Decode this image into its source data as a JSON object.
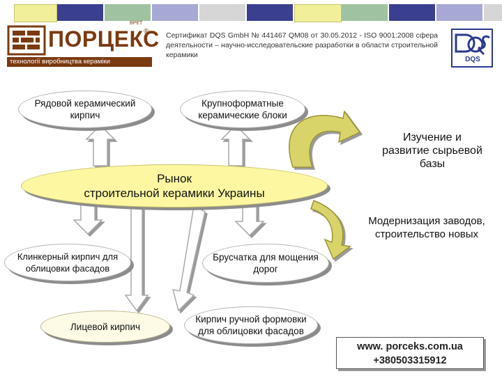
{
  "logo": {
    "brand": "ПОРЦЕКС",
    "tagline": "технології виробництва кераміки",
    "mark_small": "ВРЕТ",
    "registered": "®"
  },
  "certificate_text": "Сертификат DQS GmbH № 441467 QM08 от 30.05.2012 - ISO 9001:2008 сфера деятельности – научно-исследовательские разработки в области строительной керамики",
  "dqs_logo_text": "DQS",
  "market": {
    "line1": "Рынок",
    "line2": "строительной керамики Украины"
  },
  "nodes": {
    "row_brick": {
      "line1": "Рядовой керамический",
      "line2": "кирпич"
    },
    "blocks": {
      "line1": "Крупноформатные",
      "line2": "керамические блоки"
    },
    "research": {
      "line1": "Изучение и",
      "line2": "развитие сырьевой",
      "line3": "базы"
    },
    "modernization": {
      "line1": "Модернизация заводов,",
      "line2": "строительство новых"
    },
    "clinker": {
      "line1": "Клинкерный кирпич для",
      "line2": "облицовки фасадов"
    },
    "paving": {
      "line1": "Брусчатка для мощения",
      "line2": "дорог"
    },
    "facing": {
      "line1": "Лицевой кирпич"
    },
    "handmade": {
      "line1": "Кирпич ручной формовки",
      "line2": "для облицовки фасадов"
    }
  },
  "contact": {
    "website": "www. porceks.com.ua",
    "phone": "+380503315912"
  },
  "colors": {
    "bar_green": "#9fc3a0",
    "bar_navy": "#3a3f8f",
    "bar_yellow": "#f2ef9b",
    "bar_lavender": "#a7a8d4",
    "bar_gray": "#c9c9c9",
    "logo_brown": "#7b3a10",
    "oval_yellow": "#fdf7a2",
    "arrow_olive": "#9a9434"
  },
  "icons": [
    "brick-logo-icon",
    "dqs-logo-icon",
    "curved-arrow-icon",
    "block-arrow-icon"
  ]
}
